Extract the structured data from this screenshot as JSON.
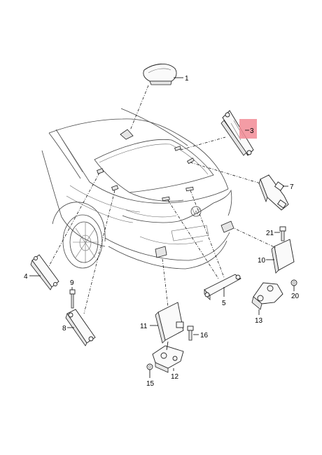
{
  "diagram": {
    "callouts": {
      "c1": "1",
      "c3": "3",
      "c4": "4",
      "c5": "5",
      "c7": "7",
      "c8": "8",
      "c9": "9",
      "c10": "10",
      "c11": "11",
      "c12": "12",
      "c13": "13",
      "c15": "15",
      "c16": "16",
      "c20": "20",
      "c21": "21"
    },
    "highlight_color": "#f28b95"
  }
}
